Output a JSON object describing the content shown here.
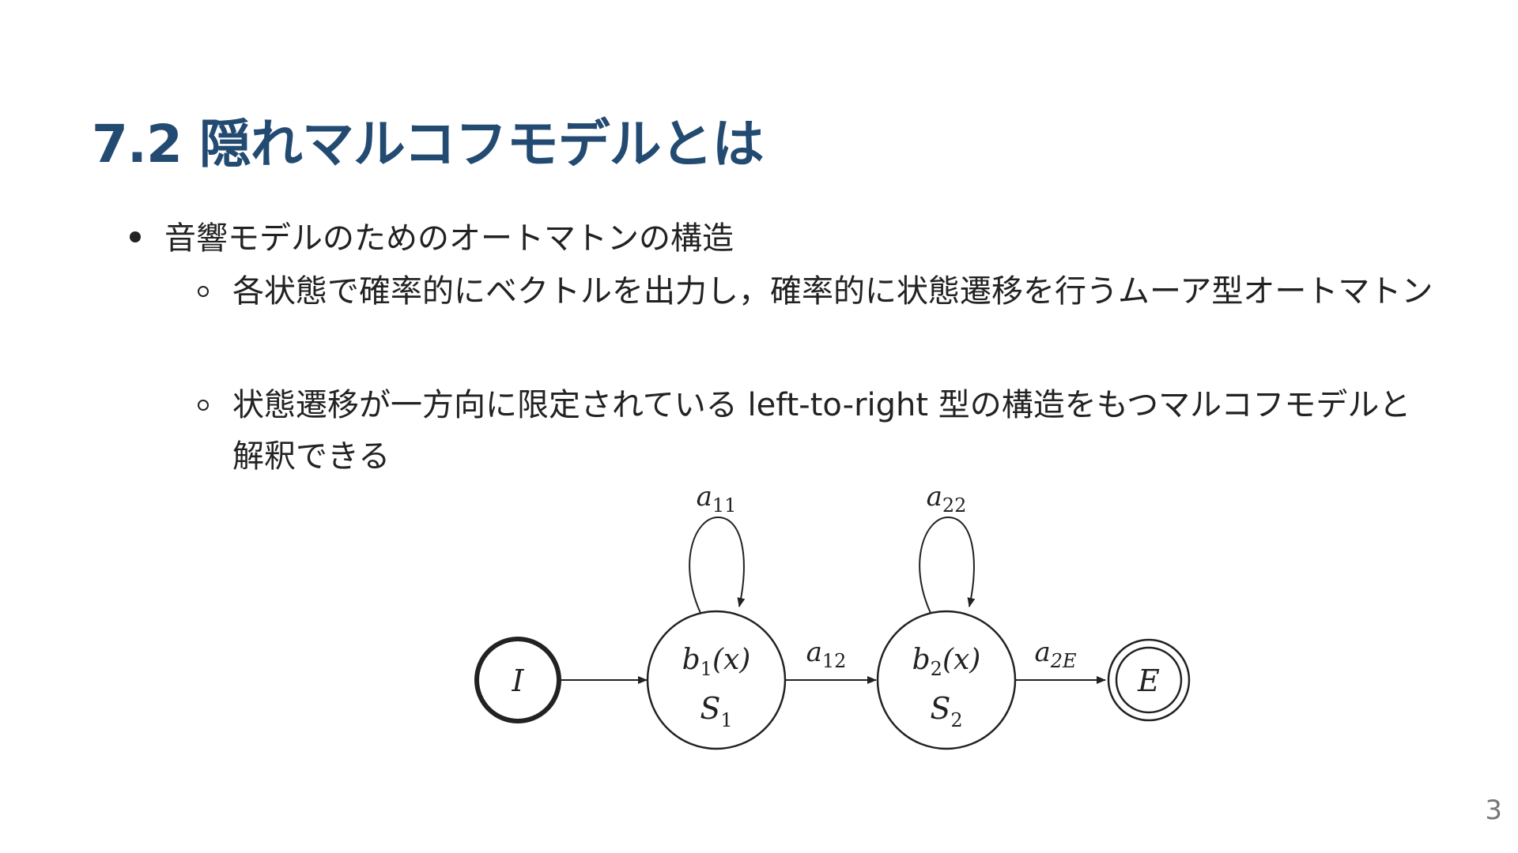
{
  "slide": {
    "title": "7.2 隠れマルコフモデルとは",
    "bullet": "音響モデルのためのオートマトンの構造",
    "sub_bullets": [
      "各状態で確率的にベクトルを出力し，確率的に状態遷移を行うムーア型オートマトン",
      "状態遷移が一方向に限定されている left-to-right 型の構造をもつマルコフモデルと解釈できる"
    ],
    "page_number": "3"
  },
  "diagram": {
    "initial_label": "I",
    "end_label": "E",
    "state1": {
      "output": "b",
      "output_sub": "1",
      "output_arg": "(x)",
      "name": "S",
      "name_sub": "1"
    },
    "state2": {
      "output": "b",
      "output_sub": "2",
      "output_arg": "(x)",
      "name": "S",
      "name_sub": "2"
    },
    "self_loop1": {
      "base": "a",
      "sub": "11"
    },
    "self_loop2": {
      "base": "a",
      "sub": "22"
    },
    "trans12": {
      "base": "a",
      "sub": "12"
    },
    "trans2E": {
      "base": "a",
      "sub": "2E"
    }
  }
}
